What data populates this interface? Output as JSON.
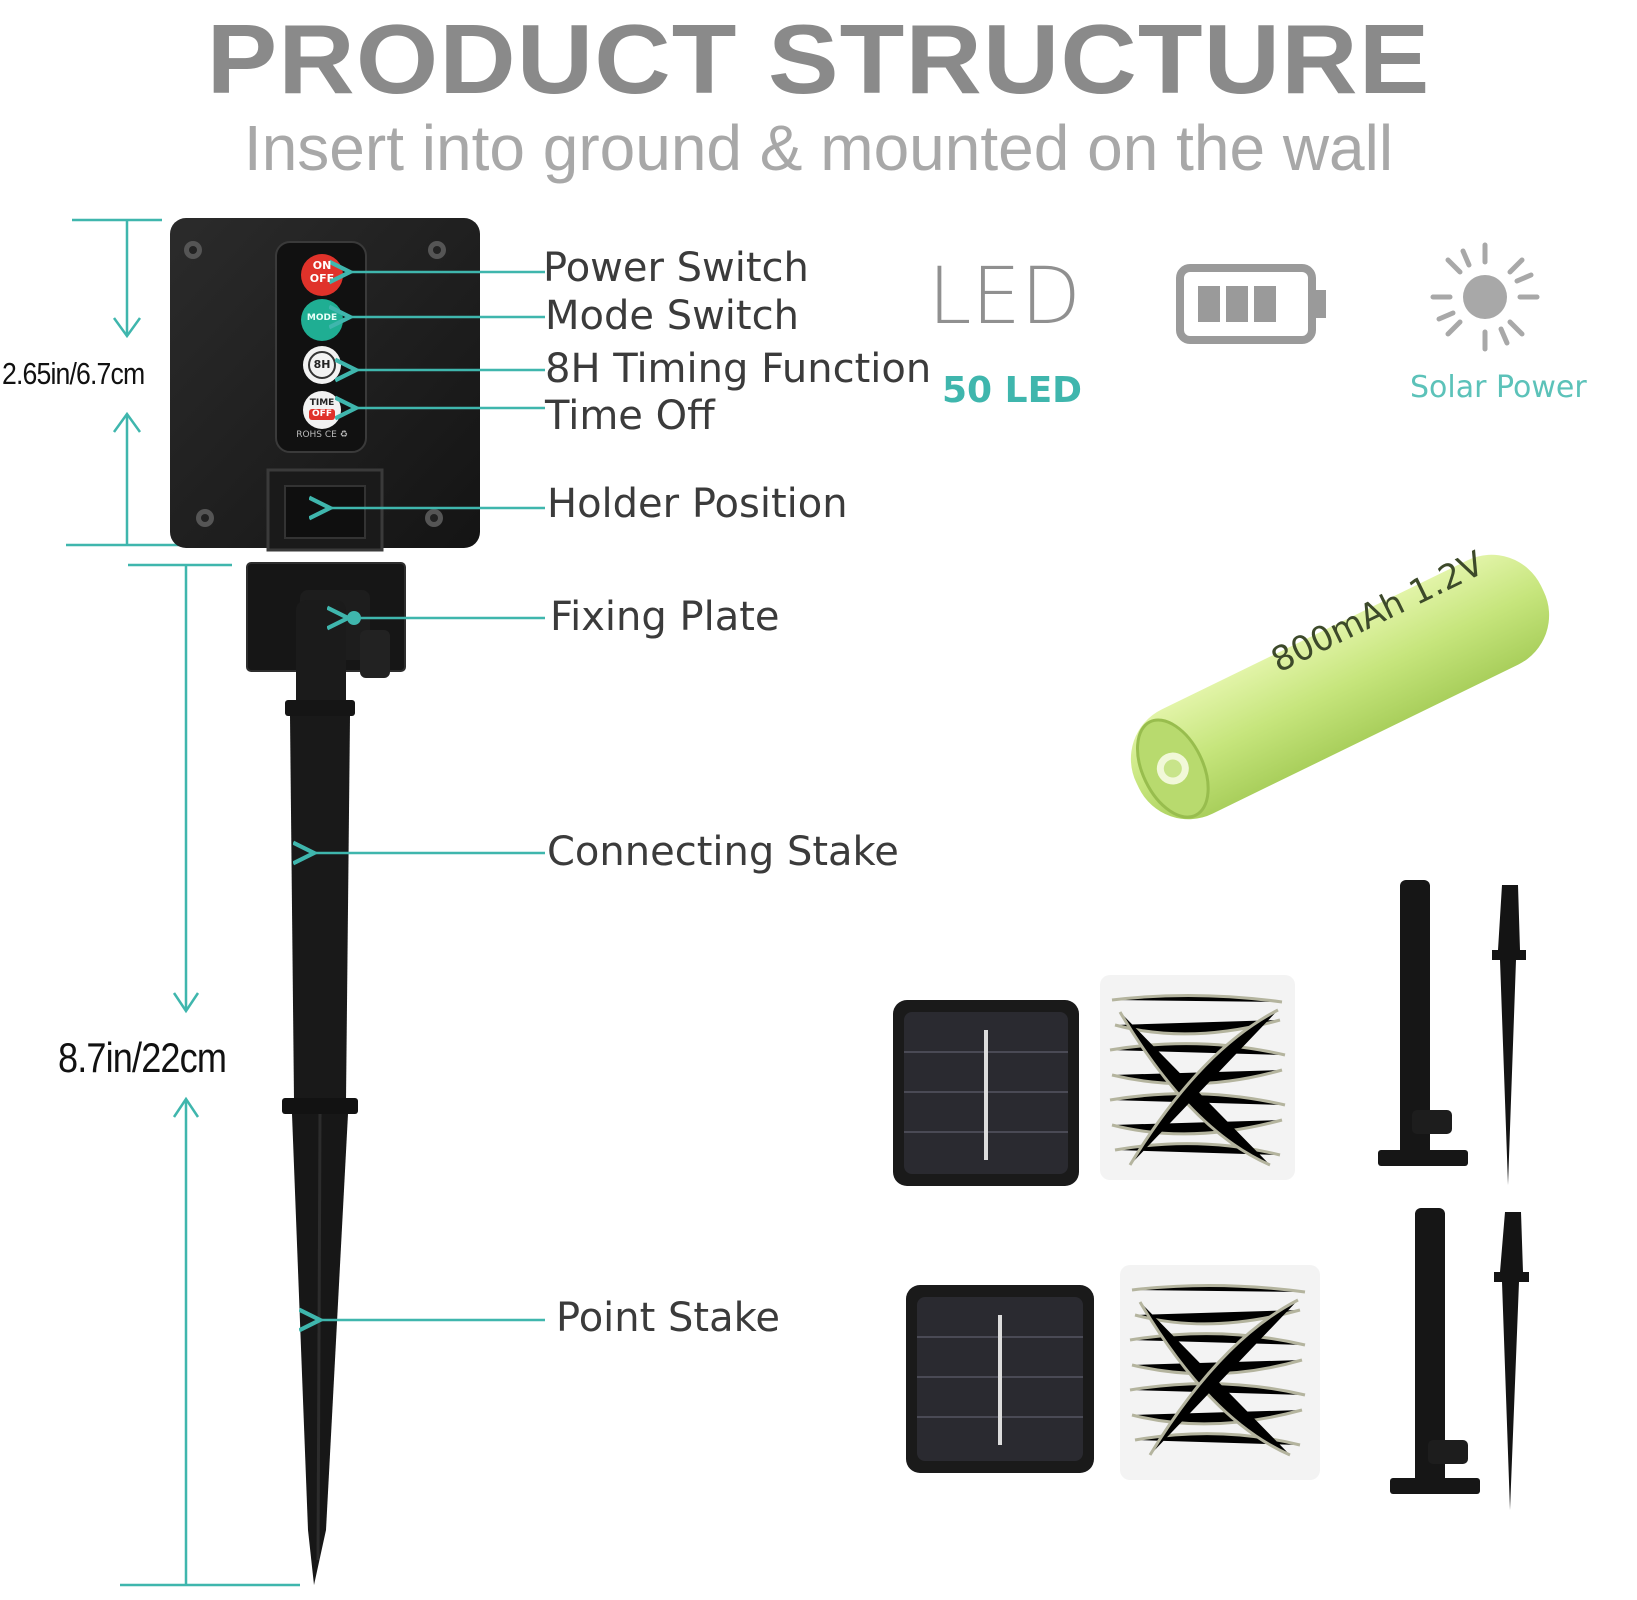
{
  "header": {
    "title": "PRODUCT STRUCTURE",
    "subtitle": "Insert into ground & mounted on the wall"
  },
  "dimensions": {
    "height_box": "2.65in/6.7cm",
    "height_stake": "8.7in/22cm"
  },
  "parts": {
    "power_switch": "Power Switch",
    "mode_switch": "Mode Switch",
    "timing": "8H Timing Function",
    "time_off": "Time Off",
    "holder": "Holder Position",
    "fixing_plate": "Fixing Plate",
    "connecting_stake": "Connecting Stake",
    "point_stake": "Point Stake"
  },
  "buttons": {
    "on_off_top": "ON",
    "on_off_bottom": "OFF",
    "mode": "MODE",
    "timer": "8H",
    "time_top": "TIME",
    "time_bottom": "OFF",
    "marks": "ROHS CE ♻"
  },
  "features": {
    "led_word": "LED",
    "led_count": "50 LED",
    "solar": "Solar Power"
  },
  "battery": {
    "print": "800mAh 1.2V"
  },
  "colors": {
    "accent_teal": "#3fb6ad",
    "on_button_red": "#e0322a",
    "mode_button_teal": "#1fae93",
    "battery_green": "#c9e880"
  }
}
